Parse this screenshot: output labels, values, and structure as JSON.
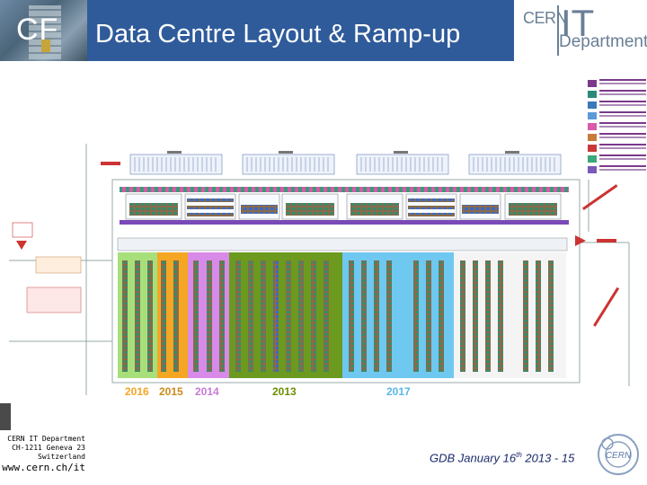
{
  "header": {
    "cf_label": "CF",
    "title": "Data Centre Layout & Ramp-up",
    "logo_cern": "CERN",
    "logo_it": "IT",
    "logo_department": "Department"
  },
  "plan": {
    "years": [
      {
        "label": "2016",
        "color": "#f5a623"
      },
      {
        "label": "2015",
        "color": "#c98a1c"
      },
      {
        "label": "2014",
        "color": "#c87ad8"
      },
      {
        "label": "2013",
        "color": "#6b8e00"
      },
      {
        "label": "2017",
        "color": "#5ab7e8"
      }
    ],
    "legend_colors": [
      "#7a3a8a",
      "#2a8a7a",
      "#3a7ab8",
      "#5a9ad8",
      "#d85aa8",
      "#c87a3a",
      "#c83a3a",
      "#3aa87a",
      "#7a5ab8"
    ]
  },
  "footer": {
    "line1": "CERN IT Department",
    "line2": "CH-1211 Geneva 23",
    "line3": "Switzerland",
    "url": "www.cern.ch/it",
    "event": "GDB January 16",
    "event_sup": "th",
    "event_tail": " 2013 - 15",
    "cern_logo_text": "CERN"
  }
}
